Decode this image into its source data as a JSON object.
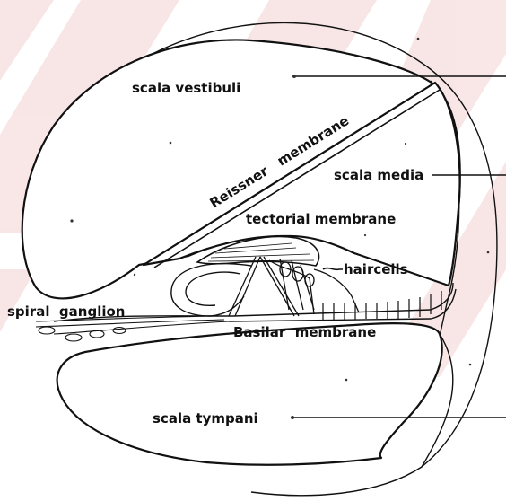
{
  "diagram": {
    "labels": {
      "scala_vestibuli": "scala vestibuli",
      "reissner_membrane": "Reissner   membrane",
      "scala_media": "scala media",
      "tectorial_membrane": "tectorial membrane",
      "haircells": "haircells",
      "spiral_ganglion": "spiral  ganglion",
      "basilar_membrane": "Basilar  membrane",
      "scala_tympani": "scala tympani"
    },
    "colors": {
      "ink": "#111111",
      "paper": "#ffffff",
      "watermark": "#f7e3e3"
    }
  }
}
